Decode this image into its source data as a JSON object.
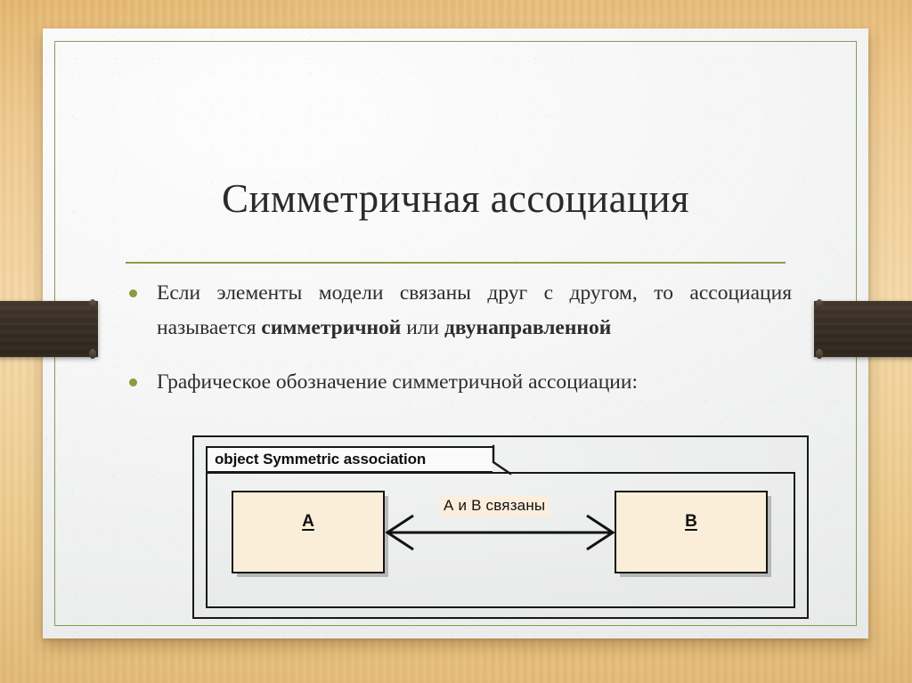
{
  "theme": {
    "desk_color": "#eec88d",
    "sheet_color": "#f2f3f3",
    "accent_olive": "#8d9c4e",
    "bullet_color": "#8b9b3f",
    "clip_color": "#3a3027",
    "object_fill": "#fbeed9",
    "object_border": "#131313",
    "label_fill": "#fbeedc",
    "text_color": "#2c2c2c"
  },
  "slide": {
    "title": "Симметричная ассоциация",
    "bullets": [
      {
        "id": "bullet-definition",
        "segments": [
          {
            "text": "Если элементы модели связаны друг с другом, то ассоциация называется ",
            "bold": false
          },
          {
            "text": "симметричной",
            "bold": true
          },
          {
            "text": " или ",
            "bold": false
          },
          {
            "text": "двунаправленной",
            "bold": true
          }
        ],
        "plain": "Если элементы модели связаны друг с другом, то ассоциация называется симметричной или двунаправленной"
      },
      {
        "id": "bullet-notation",
        "segments": [
          {
            "text": "Графическое обозначение  симметричной ассоциации:",
            "bold": false
          }
        ],
        "plain": "Графическое обозначение  симметричной ассоциации:"
      }
    ]
  },
  "diagram": {
    "kind": "uml-object-diagram",
    "frame_label": "object Symmetric association",
    "objects": [
      {
        "id": "object-a",
        "name": "A",
        "underlined": true
      },
      {
        "id": "object-b",
        "name": "B",
        "underlined": true
      }
    ],
    "link": {
      "label": "А и В связаны",
      "from": "A",
      "to": "B",
      "arrow_start": "open-v",
      "arrow_end": "open-v",
      "bidirectional": true
    }
  },
  "decorations": {
    "clip_left_name": "binder-clip-left",
    "clip_right_name": "binder-clip-right"
  }
}
